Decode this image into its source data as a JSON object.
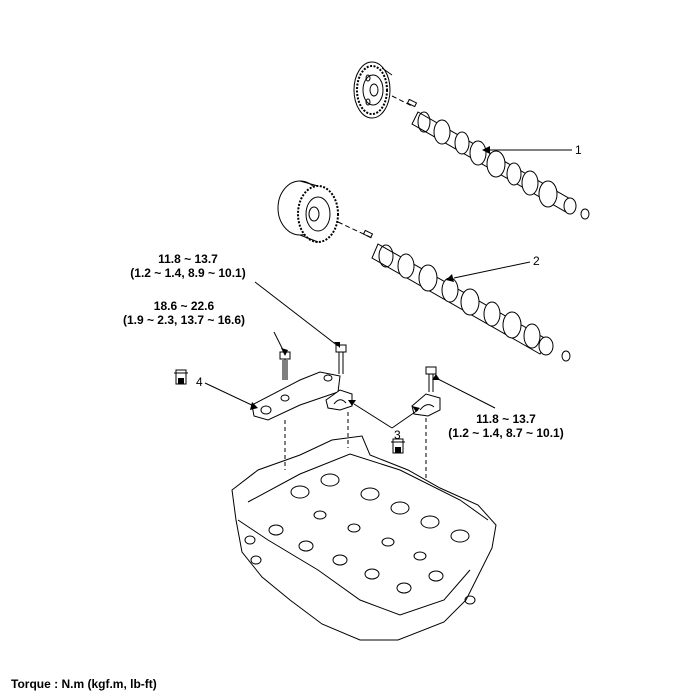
{
  "callouts": {
    "c1": "1",
    "c2": "2",
    "c3": "3",
    "c4": "4"
  },
  "torque_specs": [
    {
      "value": "11.8 ~ 13.7",
      "units": "(1.2 ~ 1.4, 8.9 ~ 10.1)"
    },
    {
      "value": "18.6 ~ 22.6",
      "units": "(1.9 ~ 2.3, 13.7 ~ 16.6)"
    },
    {
      "value": "11.8 ~ 13.7",
      "units": "(1.2 ~ 1.4, 8.7 ~ 10.1)"
    }
  ],
  "footer": {
    "torque_note": "Torque : N.m (kgf.m, lb-ft)"
  }
}
